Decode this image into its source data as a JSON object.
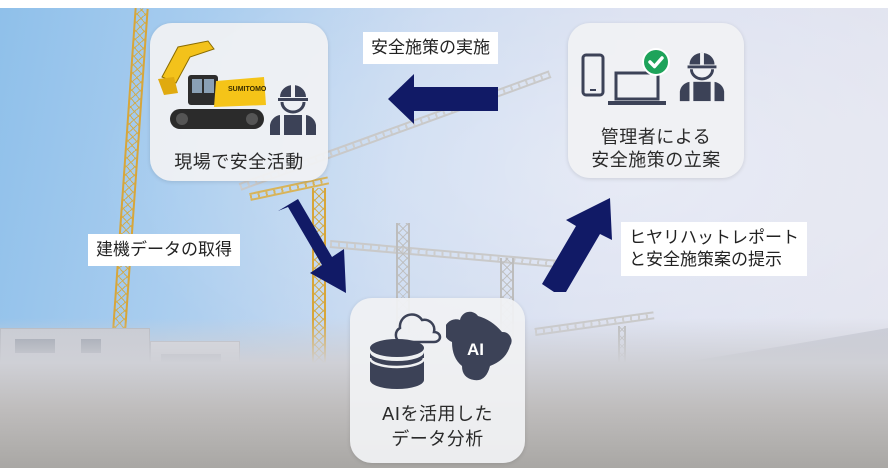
{
  "diagram": {
    "type": "cycle",
    "background_scene": "construction site with tower cranes, buildings and excavators",
    "colors": {
      "arrow": "#111a66",
      "card_bg": "#f0f1f3",
      "icon": "#3c4257",
      "check_badge": "#1ea35a",
      "excavator_yellow": "#f3c21b",
      "text": "#2a2a2a",
      "tag_bg": "#ffffff"
    },
    "nodes": [
      {
        "id": "site",
        "label": "現場で安全活動",
        "icons": [
          "excavator-icon",
          "worker-helmet-icon"
        ],
        "excavator_brand": "SUMITOMO"
      },
      {
        "id": "manager",
        "label_lines": [
          "管理者による",
          "安全施策の立案"
        ],
        "icons": [
          "smartphone-icon",
          "laptop-icon",
          "check-badge-icon",
          "worker-helmet-icon"
        ]
      },
      {
        "id": "ai",
        "label_lines": [
          "AIを活用した",
          "データ分析"
        ],
        "icons": [
          "cloud-icon",
          "database-icon",
          "ai-brain-icon"
        ],
        "ai_badge": "AI"
      }
    ],
    "edges": [
      {
        "from": "site",
        "to": "ai",
        "label": "建機データの取得",
        "direction": "down-right"
      },
      {
        "from": "ai",
        "to": "manager",
        "label_lines": [
          "ヒヤリハットレポート",
          "と安全施策案の提示"
        ],
        "direction": "up-right"
      },
      {
        "from": "manager",
        "to": "site",
        "label": "安全施策の実施",
        "direction": "left"
      }
    ]
  }
}
